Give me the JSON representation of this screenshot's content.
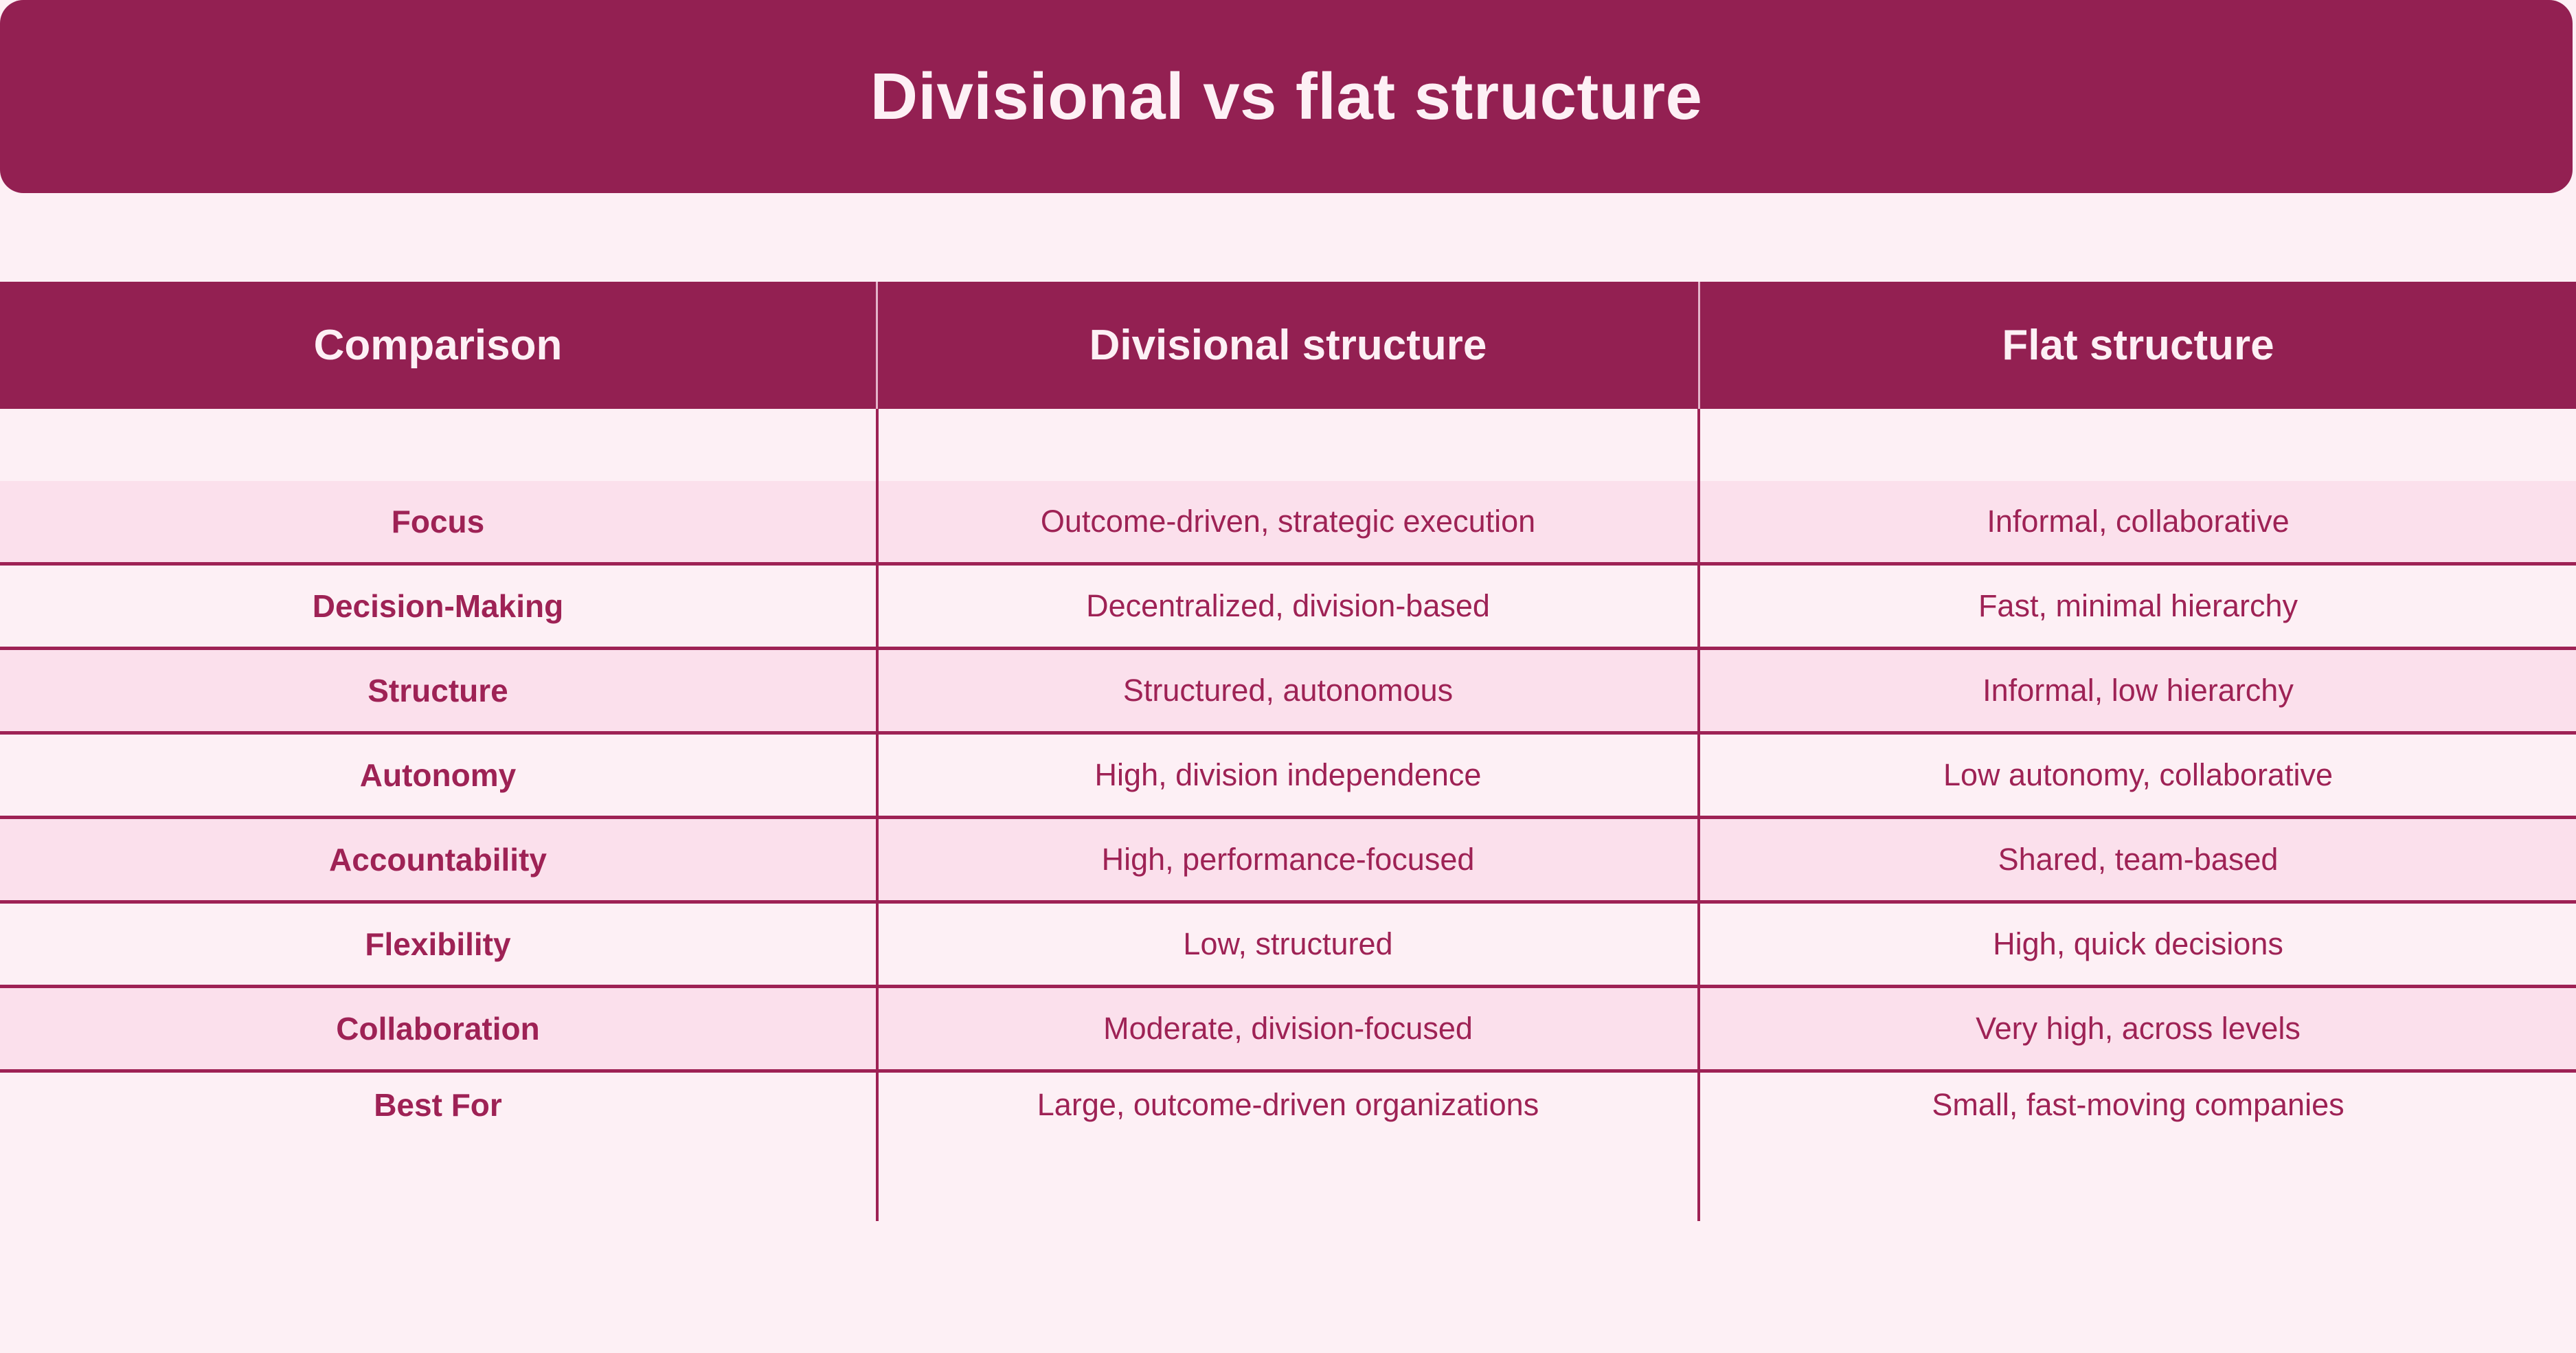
{
  "banner": {
    "title": "Divisional vs flat structure"
  },
  "colors": {
    "brand_dark": "#932052",
    "rule": "#9E2255",
    "row_alt": "#FBE0EC",
    "row_plain": "#FDF0F5",
    "header_text": "#FDF0F5",
    "body_text": "#9E2255"
  },
  "table": {
    "headers": [
      "Comparison",
      "Divisional structure",
      "Flat structure"
    ],
    "spacer_row": [
      "",
      "",
      ""
    ],
    "rows": [
      {
        "comparison": "Focus",
        "divisional": "Outcome-driven, strategic execution",
        "flat": "Informal, collaborative"
      },
      {
        "comparison": "Decision-Making",
        "divisional": "Decentralized, division-based",
        "flat": "Fast, minimal hierarchy"
      },
      {
        "comparison": "Structure",
        "divisional": "Structured, autonomous",
        "flat": "Informal, low hierarchy"
      },
      {
        "comparison": "Autonomy",
        "divisional": "High, division independence",
        "flat": "Low autonomy, collaborative"
      },
      {
        "comparison": "Accountability",
        "divisional": "High, performance-focused",
        "flat": "Shared, team-based"
      },
      {
        "comparison": "Flexibility",
        "divisional": "Low, structured",
        "flat": "High, quick decisions"
      },
      {
        "comparison": "Collaboration",
        "divisional": "Moderate, division-focused",
        "flat": "Very high, across levels"
      },
      {
        "comparison": "Best For",
        "divisional": "Large, outcome-driven organizations",
        "flat": "Small, fast-moving companies"
      }
    ]
  }
}
